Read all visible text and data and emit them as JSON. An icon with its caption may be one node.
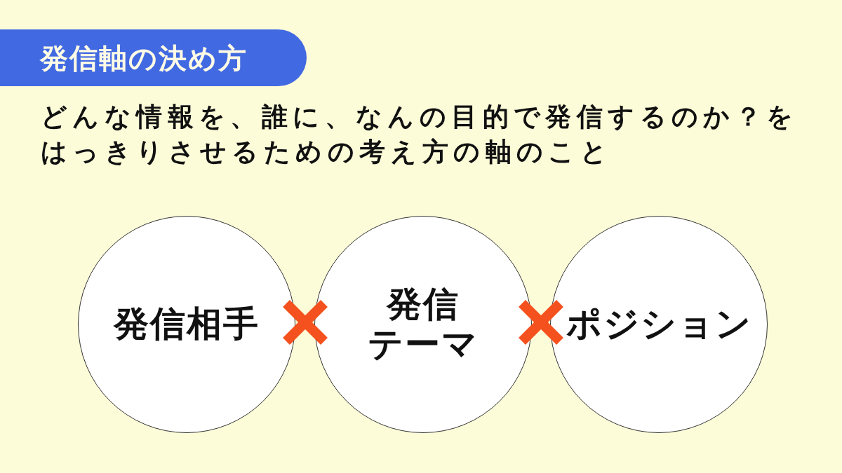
{
  "diagram": {
    "title": "発信軸の決め方",
    "nodes": [
      {
        "text": [
          "発信相手"
        ]
      },
      {
        "text": [
          "発信テーマ"
        ]
      },
      {
        "text": [
          "ポジション"
        ]
      }
    ],
    "labels": [
      "どんな情報を、誰に、なんの目的で発信するのか？をはっきりさせるための考え方の軸のこと"
    ]
  }
}
